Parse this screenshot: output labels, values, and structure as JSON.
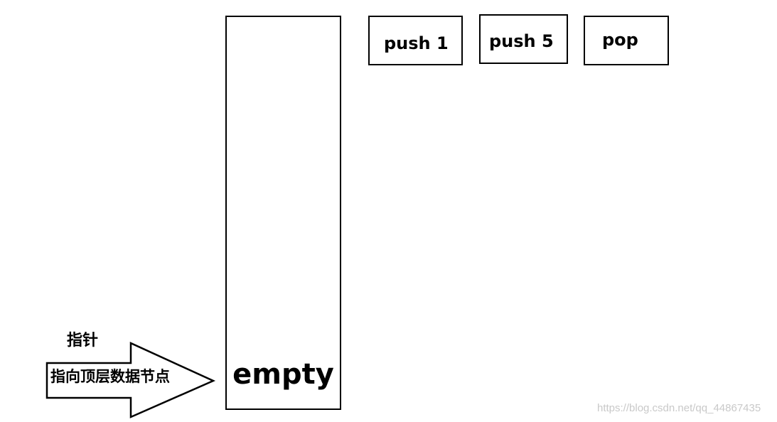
{
  "stack": {
    "content_label": "empty"
  },
  "operations": [
    {
      "label": "push 1"
    },
    {
      "label": "push 5"
    },
    {
      "label": "pop"
    }
  ],
  "pointer": {
    "label": "指针",
    "arrow_text": "指向顶层数据节点"
  },
  "watermark": {
    "text": "https://blog.csdn.net/qq_44867435"
  },
  "colors": {
    "stroke": "#000000",
    "background": "#ffffff",
    "watermark": "#c9c9c9"
  }
}
